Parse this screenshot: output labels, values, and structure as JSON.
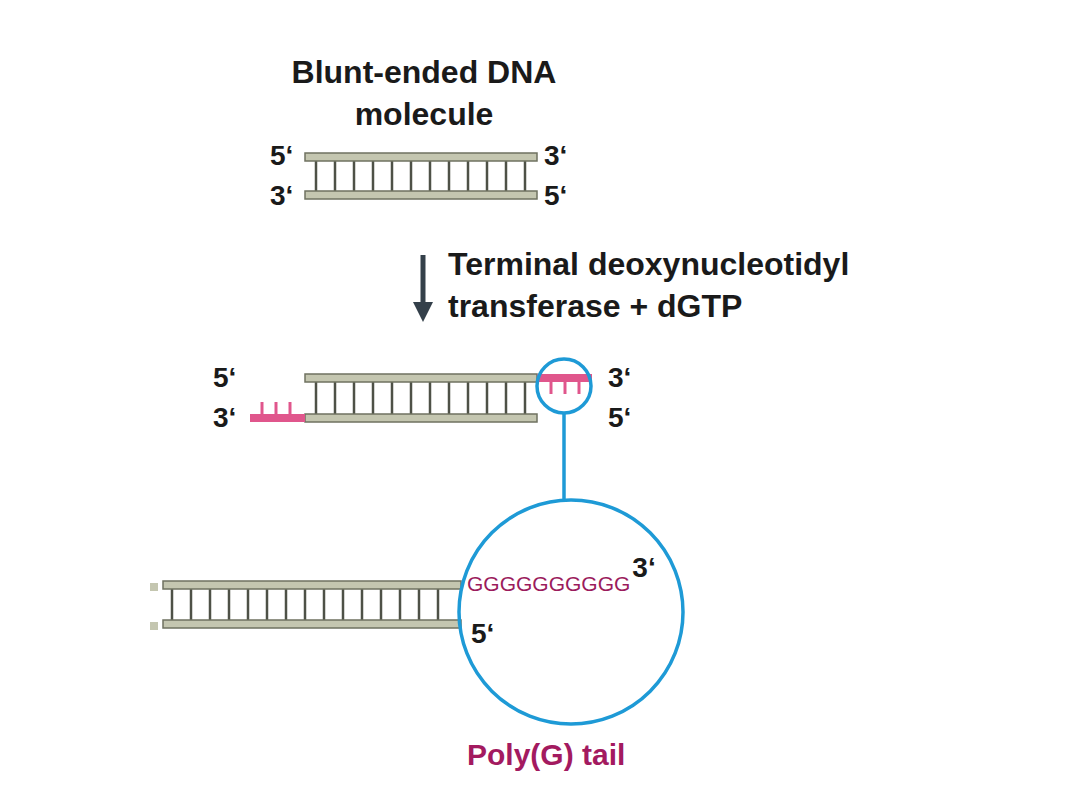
{
  "diagram": {
    "nodes": [
      {
        "text": [
          "GGGGGGGGGG",
          "3‘",
          "5‘",
          "Poly(G) tail"
        ]
      }
    ],
    "labels": [
      "Blunt-ended DNA molecule",
      "5‘",
      "3‘",
      "3‘",
      "5‘",
      "Terminal deoxynucleotidyl transferase + dGTP",
      "5‘",
      "3‘",
      "3‘",
      "5‘"
    ]
  }
}
